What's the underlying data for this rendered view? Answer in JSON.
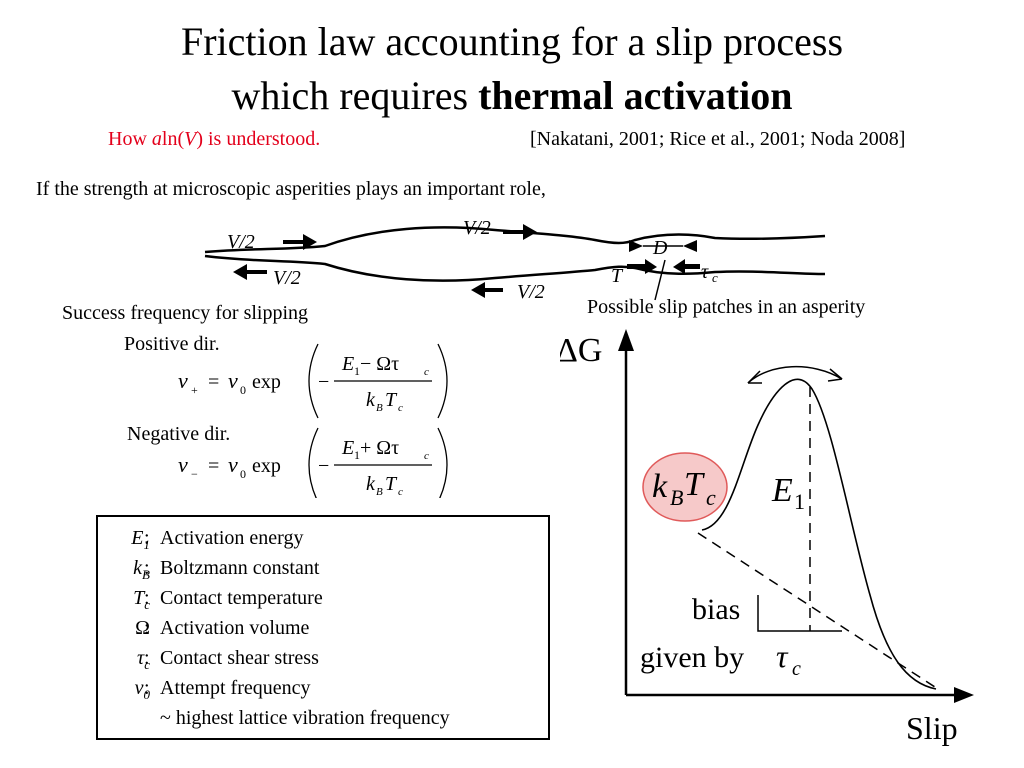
{
  "title": {
    "line1": "Friction law accounting for a slip process",
    "line2_plain": "which requires ",
    "line2_bold": "thermal activation"
  },
  "subtitle": {
    "how_prefix": "How ",
    "how_a": "a",
    "how_ln": "ln(",
    "how_V": "V",
    "how_suffix": ") is understood.",
    "references": "[Nakatani, 2001; Rice et al., 2001; Noda 2008]"
  },
  "intro": "If the strength at microscopic asperities plays an important role,",
  "asperity_diagram": {
    "top_left_label": "V/2",
    "bottom_left_label": "V/2",
    "top_mid_label": "V/2",
    "bottom_mid_label": "V/2",
    "D_label": "D",
    "T_label": "T",
    "tau_label": "τ",
    "tau_sub": "c"
  },
  "patch_caption": "Possible slip patches in an asperity",
  "success_heading": "Success frequency for slipping",
  "positive_label": "Positive dir.",
  "negative_label": "Negative dir.",
  "equations": {
    "nu": "ν",
    "plus_sub": "+",
    "minus_sub": "−",
    "equals": "=",
    "nu0": "ν",
    "zero_sub": "0",
    "exp": "exp",
    "neg": "−",
    "num_pos": "E",
    "num_sub": "1",
    "num_pos_rest": " − Ωτ",
    "num_neg_rest": " + Ωτ",
    "num_tau_sub": "c",
    "den_k": "k",
    "den_B": "B",
    "den_T": "T",
    "den_c": "c"
  },
  "legend": [
    {
      "sym": "E",
      "sub": "1",
      "desc": "Activation energy"
    },
    {
      "sym": "k",
      "sub": "B",
      "desc": "Boltzmann constant"
    },
    {
      "sym": "T",
      "sub": "c",
      "desc": "Contact temperature"
    },
    {
      "sym": "Ω",
      "sub": "",
      "desc": "Activation volume"
    },
    {
      "sym": "τ",
      "sub": "c",
      "desc": "Contact shear stress"
    },
    {
      "sym": "ν",
      "sub": "0",
      "desc": "Attempt frequency"
    },
    {
      "sym": "",
      "sub": "",
      "desc": "~ highest lattice vibration frequency"
    }
  ],
  "legend_colon": ":",
  "energy_plot": {
    "y_axis": "ΔG",
    "x_axis": "Slip",
    "kBTc_k": "k",
    "kBTc_B": "B",
    "kBTc_T": "T",
    "kBTc_c": "c",
    "E1_E": "E",
    "E1_1": "1",
    "bias": "bias",
    "given_by": "given by",
    "tau": "τ",
    "tau_sub": "c",
    "highlight_color": "#f6c9c9",
    "highlight_stroke": "#e05a5a"
  },
  "colors": {
    "red": "#e3001b",
    "black": "#000000"
  }
}
